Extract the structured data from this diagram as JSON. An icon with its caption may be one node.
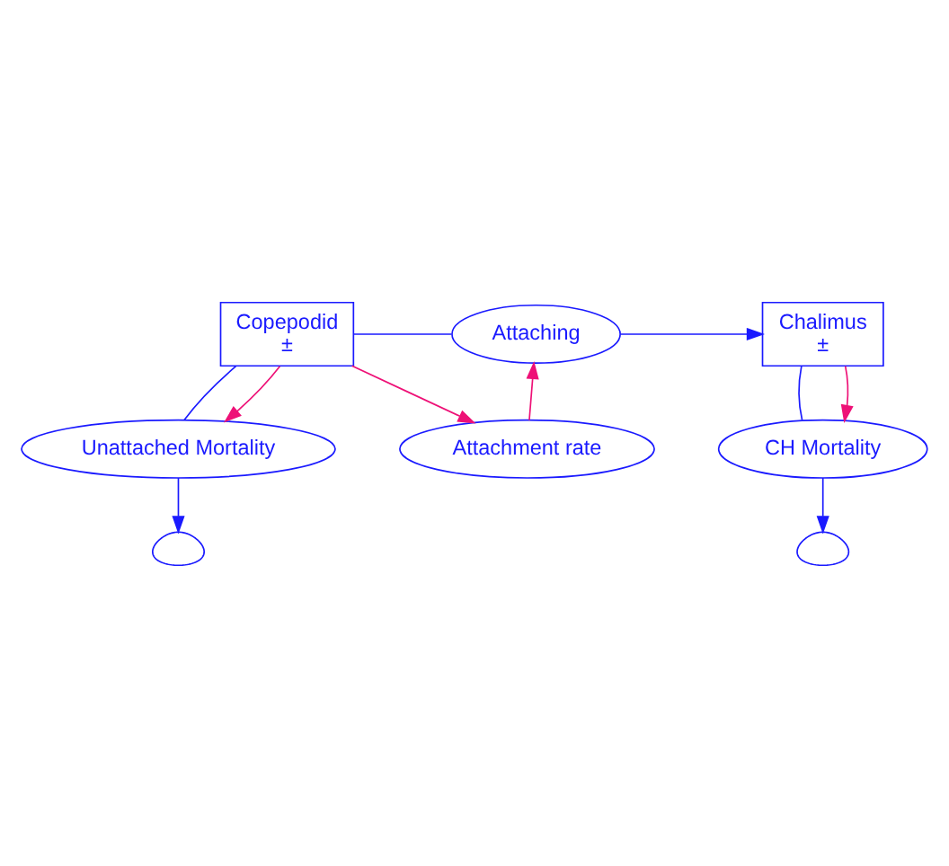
{
  "diagram": {
    "nodes": [
      {
        "text": [
          "Copepodid",
          "±"
        ]
      },
      {
        "text": [
          "Chalimus",
          "±"
        ]
      },
      {
        "text": [
          "Attaching"
        ]
      },
      {
        "text": [
          "Unattached Mortality"
        ]
      },
      {
        "text": [
          "CH Mortality"
        ]
      },
      {
        "text": [
          "Attachment rate"
        ]
      },
      {
        "text": [],
        "shape": "cloud"
      },
      {
        "text": [],
        "shape": "cloud"
      }
    ],
    "edges": [
      {
        "from": 0,
        "to": 2,
        "arrow": "none"
      },
      {
        "from": 2,
        "to": 1,
        "arrow": "to"
      },
      {
        "from": 0,
        "to": 3,
        "arrow": "none"
      },
      {
        "from": 3,
        "to": 6,
        "arrow": "to"
      },
      {
        "from": 1,
        "to": 4,
        "arrow": "none"
      },
      {
        "from": 4,
        "to": 7,
        "arrow": "to"
      },
      {
        "from": 0,
        "to": 3,
        "arrow": "to",
        "color": "#ee1177"
      },
      {
        "from": 1,
        "to": 4,
        "arrow": "to",
        "color": "#ee1177"
      },
      {
        "from": 0,
        "to": 5,
        "arrow": "to",
        "color": "#ee1177"
      },
      {
        "from": 5,
        "to": 2,
        "arrow": "to",
        "color": "#ee1177"
      }
    ]
  }
}
